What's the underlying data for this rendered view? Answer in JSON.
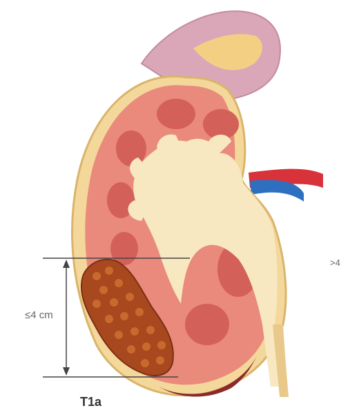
{
  "labels": {
    "tumor_size": "≤4 cm",
    "partial_size": ">4",
    "stage": "T1a"
  },
  "colors": {
    "capsule": "#f4d79a",
    "cortex": "#e98a7c",
    "medulla": "#d4605a",
    "sinus": "#f7e8c2",
    "adrenal": "#d9a7b8",
    "adrenal_inner": "#f3cf84",
    "artery": "#d8323a",
    "vein": "#2f6fc0",
    "tumor": "#a8481f",
    "tumor_dot": "#c86a2e"
  }
}
